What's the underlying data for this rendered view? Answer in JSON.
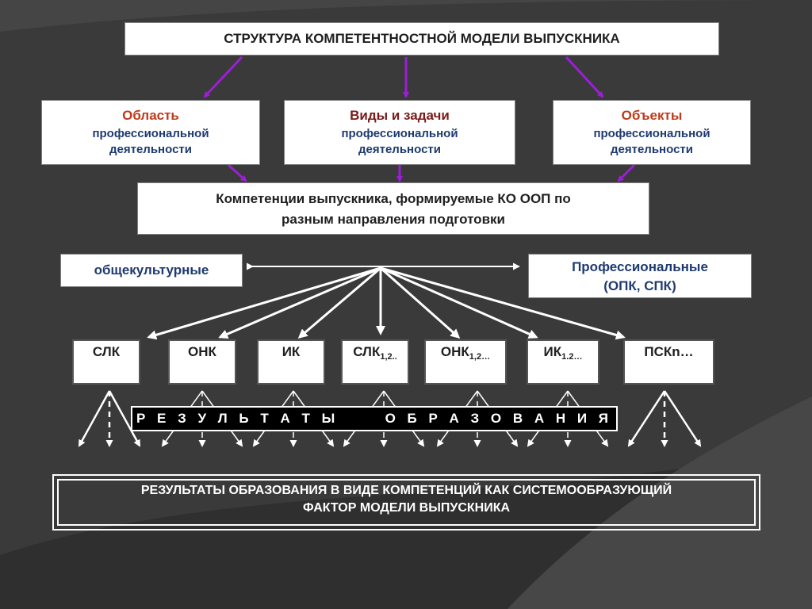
{
  "title": "СТРУКТУРА КОМПЕТЕНТНОСТНОЙ МОДЕЛИ ВЫПУСКНИКА",
  "areas": [
    {
      "title": "Область",
      "sub1": "профессиональной",
      "sub2": "деятельности",
      "color": "#c0391b"
    },
    {
      "title": "Виды и задачи",
      "sub1": "профессиональной",
      "sub2": "деятельности",
      "color": "#7a1a1a"
    },
    {
      "title": "Объекты",
      "sub1": "профессиональной",
      "sub2": "деятельности",
      "color": "#c0391b"
    }
  ],
  "competencies": {
    "line1": "Компетенции выпускника, формируемые КО ООП по",
    "line2": "разным направления подготовки"
  },
  "categories": {
    "general": "общекультурные",
    "professional_line1": "Профессиональные",
    "professional_line2": "(ОПК, СПК)"
  },
  "competency_types": [
    {
      "label": "СЛК",
      "sub": ""
    },
    {
      "label": "ОНК",
      "sub": ""
    },
    {
      "label": "ИК",
      "sub": ""
    },
    {
      "label": "СЛК",
      "sub": "1,2.."
    },
    {
      "label": "ОНК",
      "sub": "1,2…"
    },
    {
      "label": "ИК",
      "sub": "1.2…"
    },
    {
      "label": "ПСКn…",
      "sub": ""
    }
  ],
  "results_bar": "Р Е З У Л Ь Т А Т Ы      О Б Р А З О В А Н И Я",
  "conclusion": {
    "line1": "РЕЗУЛЬТАТЫ ОБРАЗОВАНИЯ В ВИДЕ КОМПЕТЕНЦИЙ КАК СИСТЕМООБРАЗУЮЩИЙ",
    "line2": "ФАКТОР МОДЕЛИ ВЫПУСКНИКА"
  },
  "colors": {
    "arrow_purple": "#9b1fd6",
    "arrow_white": "#ffffff",
    "accent_blue": "#1f3a70"
  }
}
